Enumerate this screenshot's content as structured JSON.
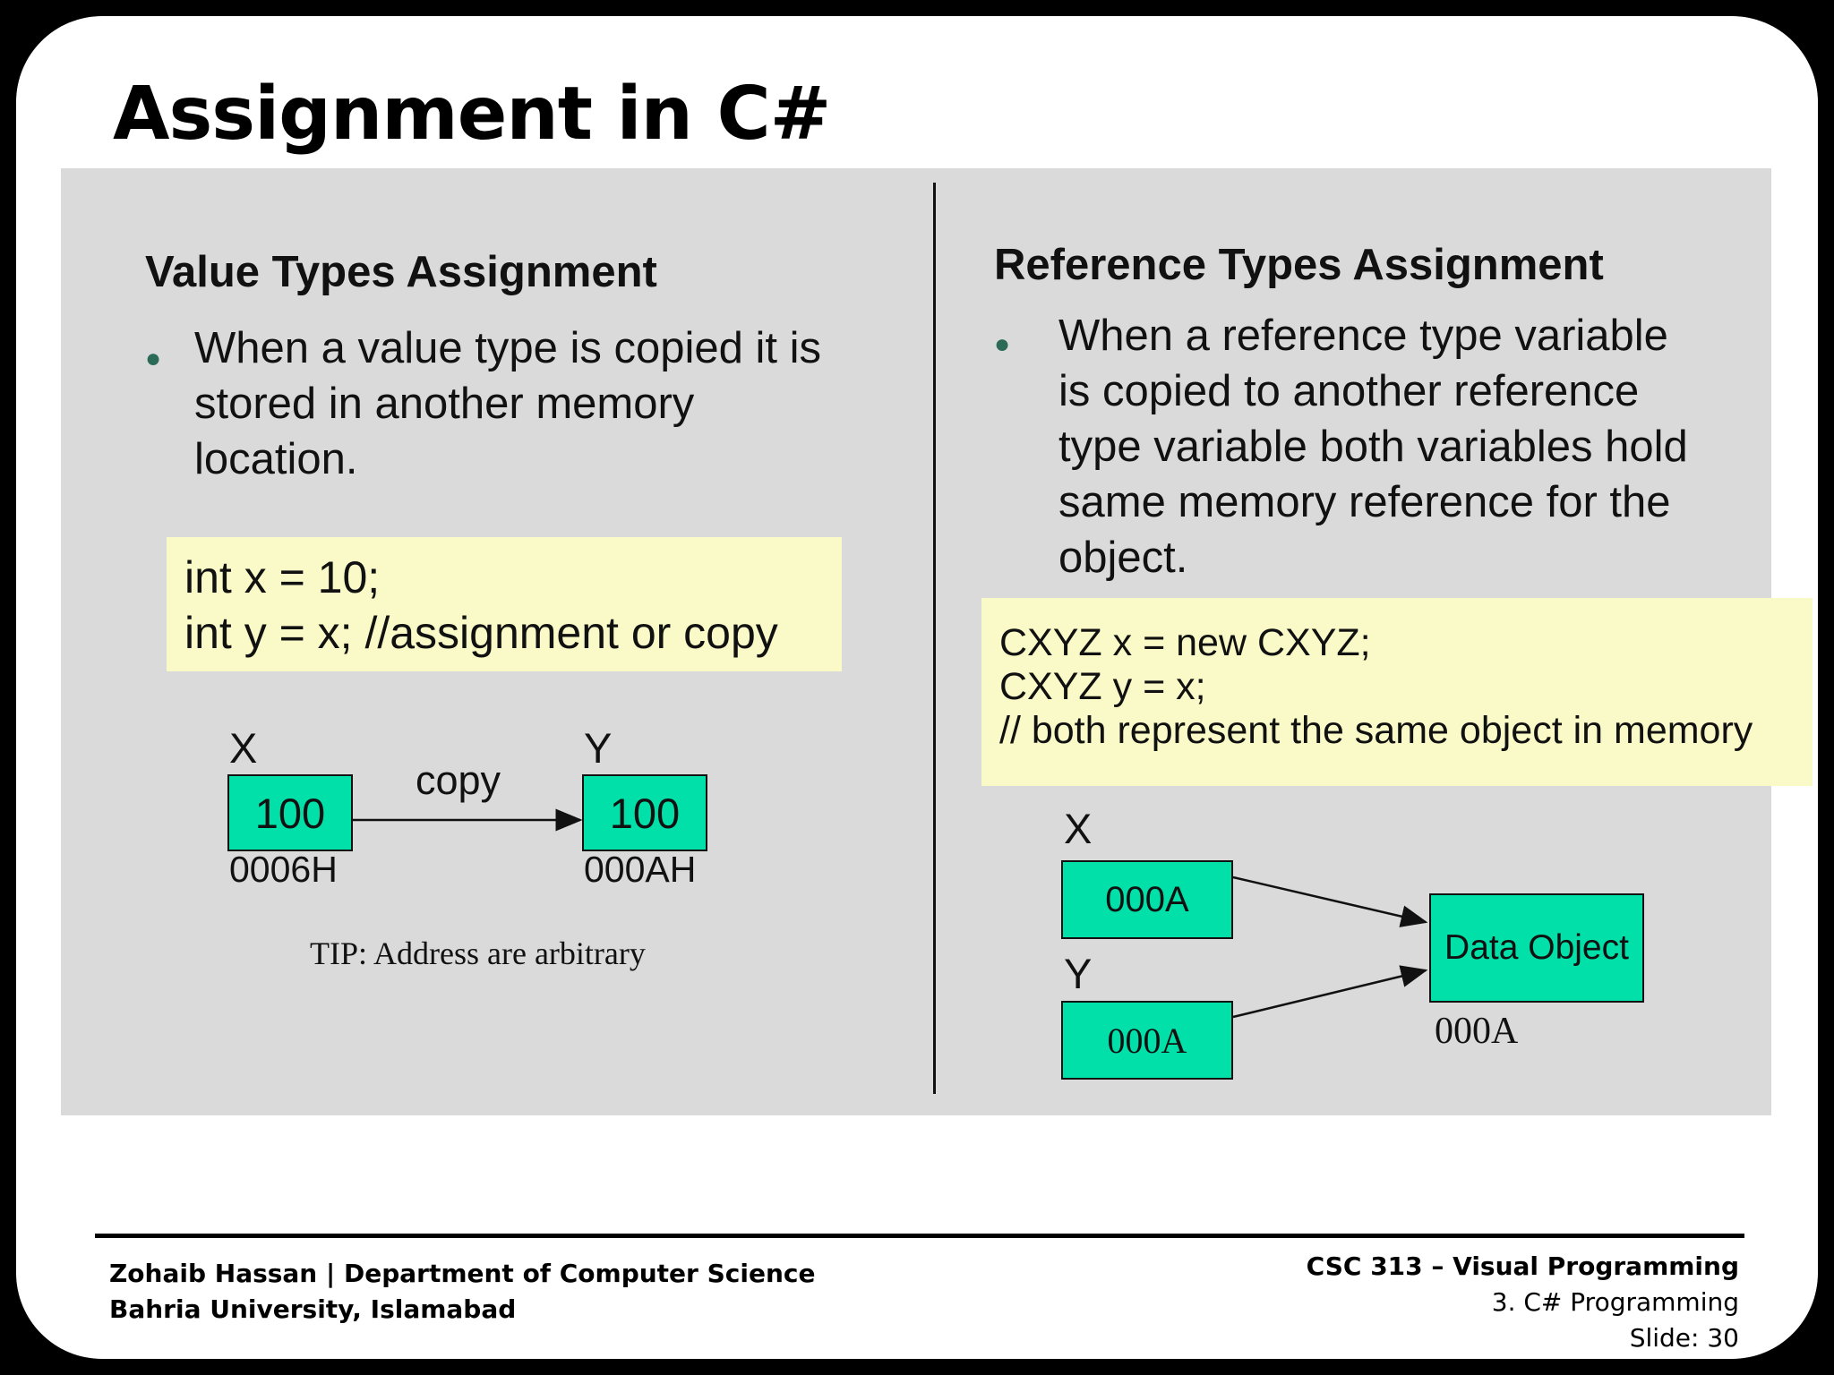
{
  "slide": {
    "title": "Assignment in C#"
  },
  "left": {
    "heading": "Value Types Assignment",
    "bullet": "When a value type is copied it is stored in another memory location.",
    "code": [
      "int x = 10;",
      "int y = x; //assignment or copy"
    ],
    "diagram": {
      "x_label": "X",
      "y_label": "Y",
      "x_value": "100",
      "y_value": "100",
      "x_address": "0006H",
      "y_address": "000AH",
      "arrow_label": "copy",
      "tip": "TIP: Address are arbitrary"
    }
  },
  "right": {
    "heading": "Reference Types Assignment",
    "bullet": "When a reference type variable is copied to another reference type variable both variables hold same memory reference for the object.",
    "code": [
      "CXYZ x = new CXYZ;",
      "CXYZ y = x;",
      "// both represent the same object in memory"
    ],
    "diagram": {
      "x_label": "X",
      "y_label": "Y",
      "x_value": "000A",
      "y_value": "000A",
      "object_label": "Data Object",
      "object_address": "000A"
    }
  },
  "footer": {
    "author": "Zohaib Hassan | Department of Computer Science",
    "university": "Bahria University, Islamabad",
    "course": "CSC 313 – Visual Programming",
    "chapter": "3. C# Programming",
    "slide_number": "Slide: 30"
  },
  "colors": {
    "content_bg": "#dadada",
    "code_bg": "#fafac8",
    "box_fill": "#00e0a8",
    "bullet": "#2b6a57"
  }
}
